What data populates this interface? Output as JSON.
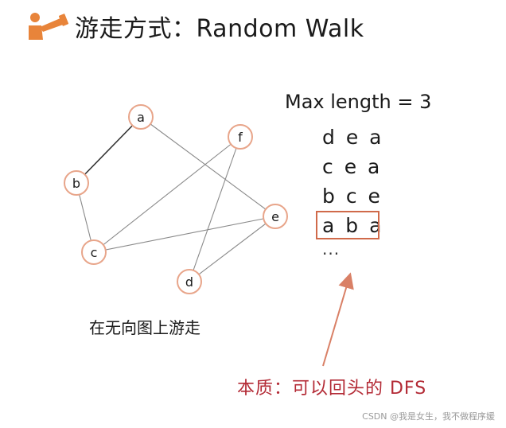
{
  "title": {
    "text": "游走方式：Random Walk",
    "logo": "person-with-telescope-logo"
  },
  "graph": {
    "nodes": [
      "a",
      "b",
      "c",
      "d",
      "e",
      "f"
    ],
    "edges": [
      [
        "a",
        "b"
      ],
      [
        "a",
        "e"
      ],
      [
        "b",
        "c"
      ],
      [
        "c",
        "f"
      ],
      [
        "c",
        "e"
      ],
      [
        "d",
        "f"
      ],
      [
        "d",
        "e"
      ]
    ]
  },
  "walks": {
    "header": "Max length = 3",
    "items": [
      "d e a",
      "c e a",
      "b c e",
      "a b a"
    ],
    "highlighted_index": 3,
    "ellipsis": "..."
  },
  "caption": "在无向图上游走",
  "essence": "本质：可以回头的 DFS",
  "watermark": "CSDN @我是女生，我不做程序媛",
  "colors": {
    "node_border": "#e8a58a",
    "edge": "#8a8a8a",
    "accent_red": "#b32a35",
    "arrow": "#d98066",
    "logo_orange": "#e8843a"
  }
}
